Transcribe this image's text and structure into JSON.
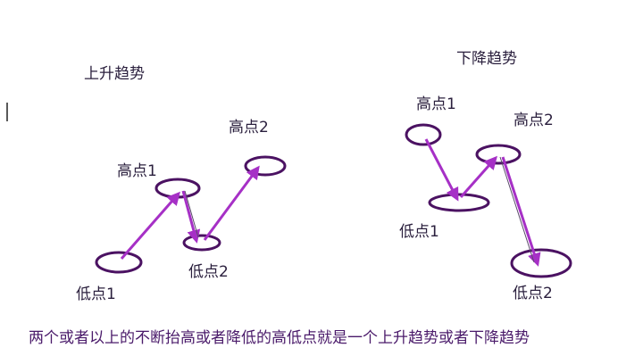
{
  "colors": {
    "ring": "#4b1262",
    "arrow": "#a630c6",
    "text": "#2a1f3d",
    "caption": "#4a1a6a"
  },
  "uptrend": {
    "title": "上升趋势",
    "high1": "高点1",
    "high2": "高点2",
    "low1": "低点1",
    "low2": "低点2"
  },
  "downtrend": {
    "title": "下降趋势",
    "high1": "高点1",
    "high2": "高点2",
    "low1": "低点1",
    "low2": "低点2"
  },
  "caption": "两个或者以上的不断抬高或者降低的高低点就是一个上升趋势或者下降趋势"
}
